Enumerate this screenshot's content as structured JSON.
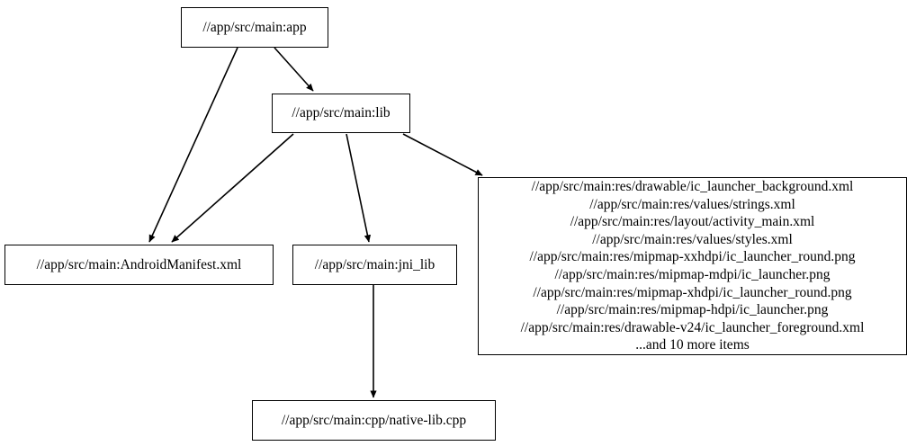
{
  "graph": {
    "type": "dependency-graph",
    "direction": "top-to-bottom",
    "background_color": "#ffffff",
    "node_border_color": "#000000",
    "edge_color": "#000000",
    "text_color": "#000000"
  },
  "nodes": {
    "app": {
      "id": "app",
      "label": "//app/src/main:app"
    },
    "lib": {
      "id": "lib",
      "label": "//app/src/main:lib"
    },
    "manifest": {
      "id": "manifest",
      "label": "//app/src/main:AndroidManifest.xml"
    },
    "jni_lib": {
      "id": "jni_lib",
      "label": "//app/src/main:jni_lib"
    },
    "native_lib": {
      "id": "native_lib",
      "label": "//app/src/main:cpp/native-lib.cpp"
    },
    "resources": {
      "id": "resources",
      "lines": [
        "//app/src/main:res/drawable/ic_launcher_background.xml",
        "//app/src/main:res/values/strings.xml",
        "//app/src/main:res/layout/activity_main.xml",
        "//app/src/main:res/values/styles.xml",
        "//app/src/main:res/mipmap-xxhdpi/ic_launcher_round.png",
        "//app/src/main:res/mipmap-mdpi/ic_launcher.png",
        "//app/src/main:res/mipmap-xhdpi/ic_launcher_round.png",
        "//app/src/main:res/mipmap-hdpi/ic_launcher.png",
        "//app/src/main:res/drawable-v24/ic_launcher_foreground.xml",
        "...and 10 more items"
      ]
    }
  },
  "edges": [
    {
      "from": "app",
      "to": "lib"
    },
    {
      "from": "app",
      "to": "manifest"
    },
    {
      "from": "lib",
      "to": "manifest"
    },
    {
      "from": "lib",
      "to": "jni_lib"
    },
    {
      "from": "lib",
      "to": "resources"
    },
    {
      "from": "jni_lib",
      "to": "native_lib"
    }
  ]
}
